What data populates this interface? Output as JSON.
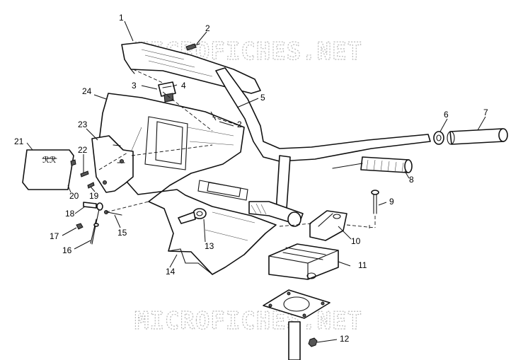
{
  "watermarks": [
    "MICROFICHES.NET",
    "MICROFICHES.NET"
  ],
  "callouts": [
    "1",
    "2",
    "2",
    "3",
    "4",
    "5",
    "6",
    "7",
    "8",
    "9",
    "10",
    "11",
    "12",
    "13",
    "14",
    "15",
    "16",
    "17",
    "18",
    "19",
    "20",
    "21",
    "22",
    "23",
    "24"
  ]
}
